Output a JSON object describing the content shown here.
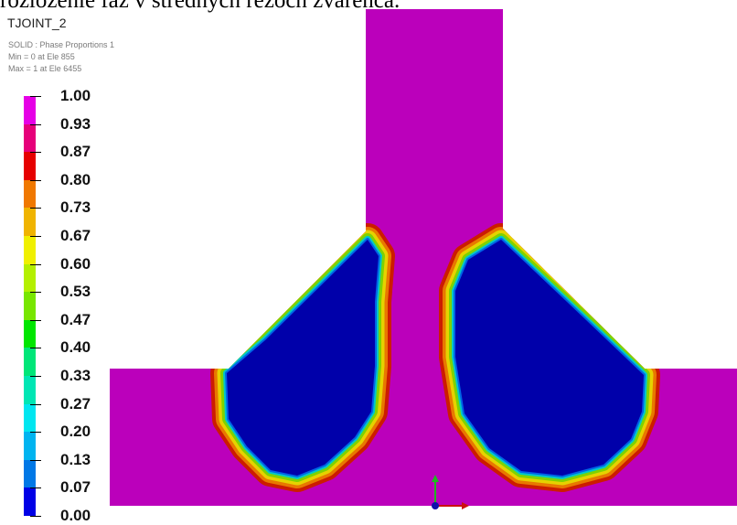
{
  "caption": "rozloženie fáz v stredných rezoch zvarenca.",
  "title": "TJOINT_2",
  "info": [
    "SOLID : Phase Proportions 1",
    "Min = 0 at Ele 855",
    "Max = 1 at Ele 6455"
  ],
  "legend": {
    "labels": [
      "1.00",
      "0.93",
      "0.87",
      "0.80",
      "0.73",
      "0.67",
      "0.60",
      "0.53",
      "0.47",
      "0.40",
      "0.33",
      "0.27",
      "0.20",
      "0.13",
      "0.07",
      "0.00"
    ],
    "colors": [
      "#e600e6",
      "#e6007a",
      "#e60000",
      "#f07800",
      "#f0b400",
      "#f0f000",
      "#b4f000",
      "#78e600",
      "#00e600",
      "#00e678",
      "#00e6b4",
      "#00e6f0",
      "#00b4f0",
      "#0078e6",
      "#0000e6"
    ]
  },
  "plot_colors": {
    "base": "#bb00bb",
    "core": "#0000aa",
    "red": "#cc1c00",
    "orange": "#e87800",
    "yellow": "#e6d200",
    "green": "#7fd200",
    "cyan": "#00c8c8",
    "blue": "#0064e6"
  }
}
